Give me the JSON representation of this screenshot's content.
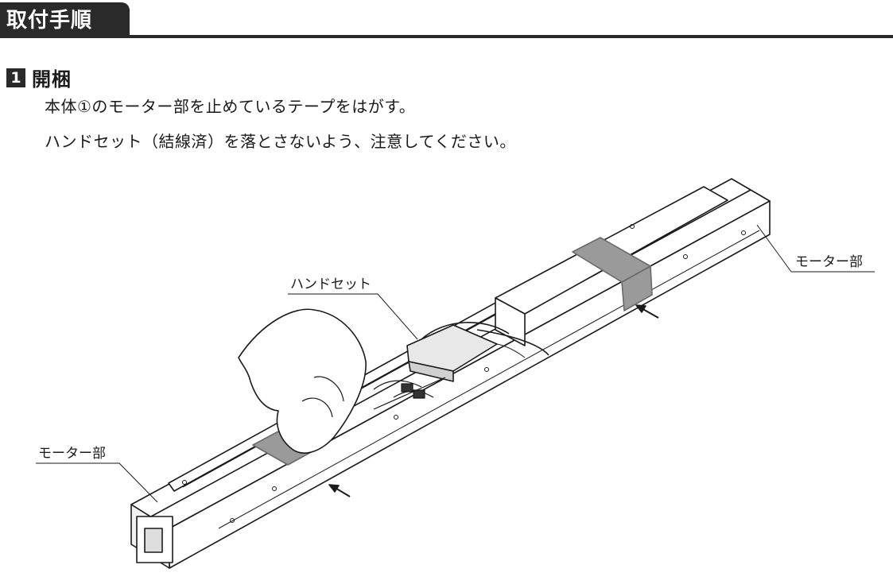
{
  "header": {
    "title": "取付手順"
  },
  "step": {
    "number": "1",
    "title": "開梱",
    "instructions": [
      "本体①のモーター部を止めているテープをはがす。",
      "ハンドセット（結線済）を落とさないよう、注意してください。"
    ]
  },
  "illustration": {
    "callouts": {
      "motor_right": "モーター部",
      "handset": "ハンドセット",
      "motor_left": "モーター部"
    }
  }
}
